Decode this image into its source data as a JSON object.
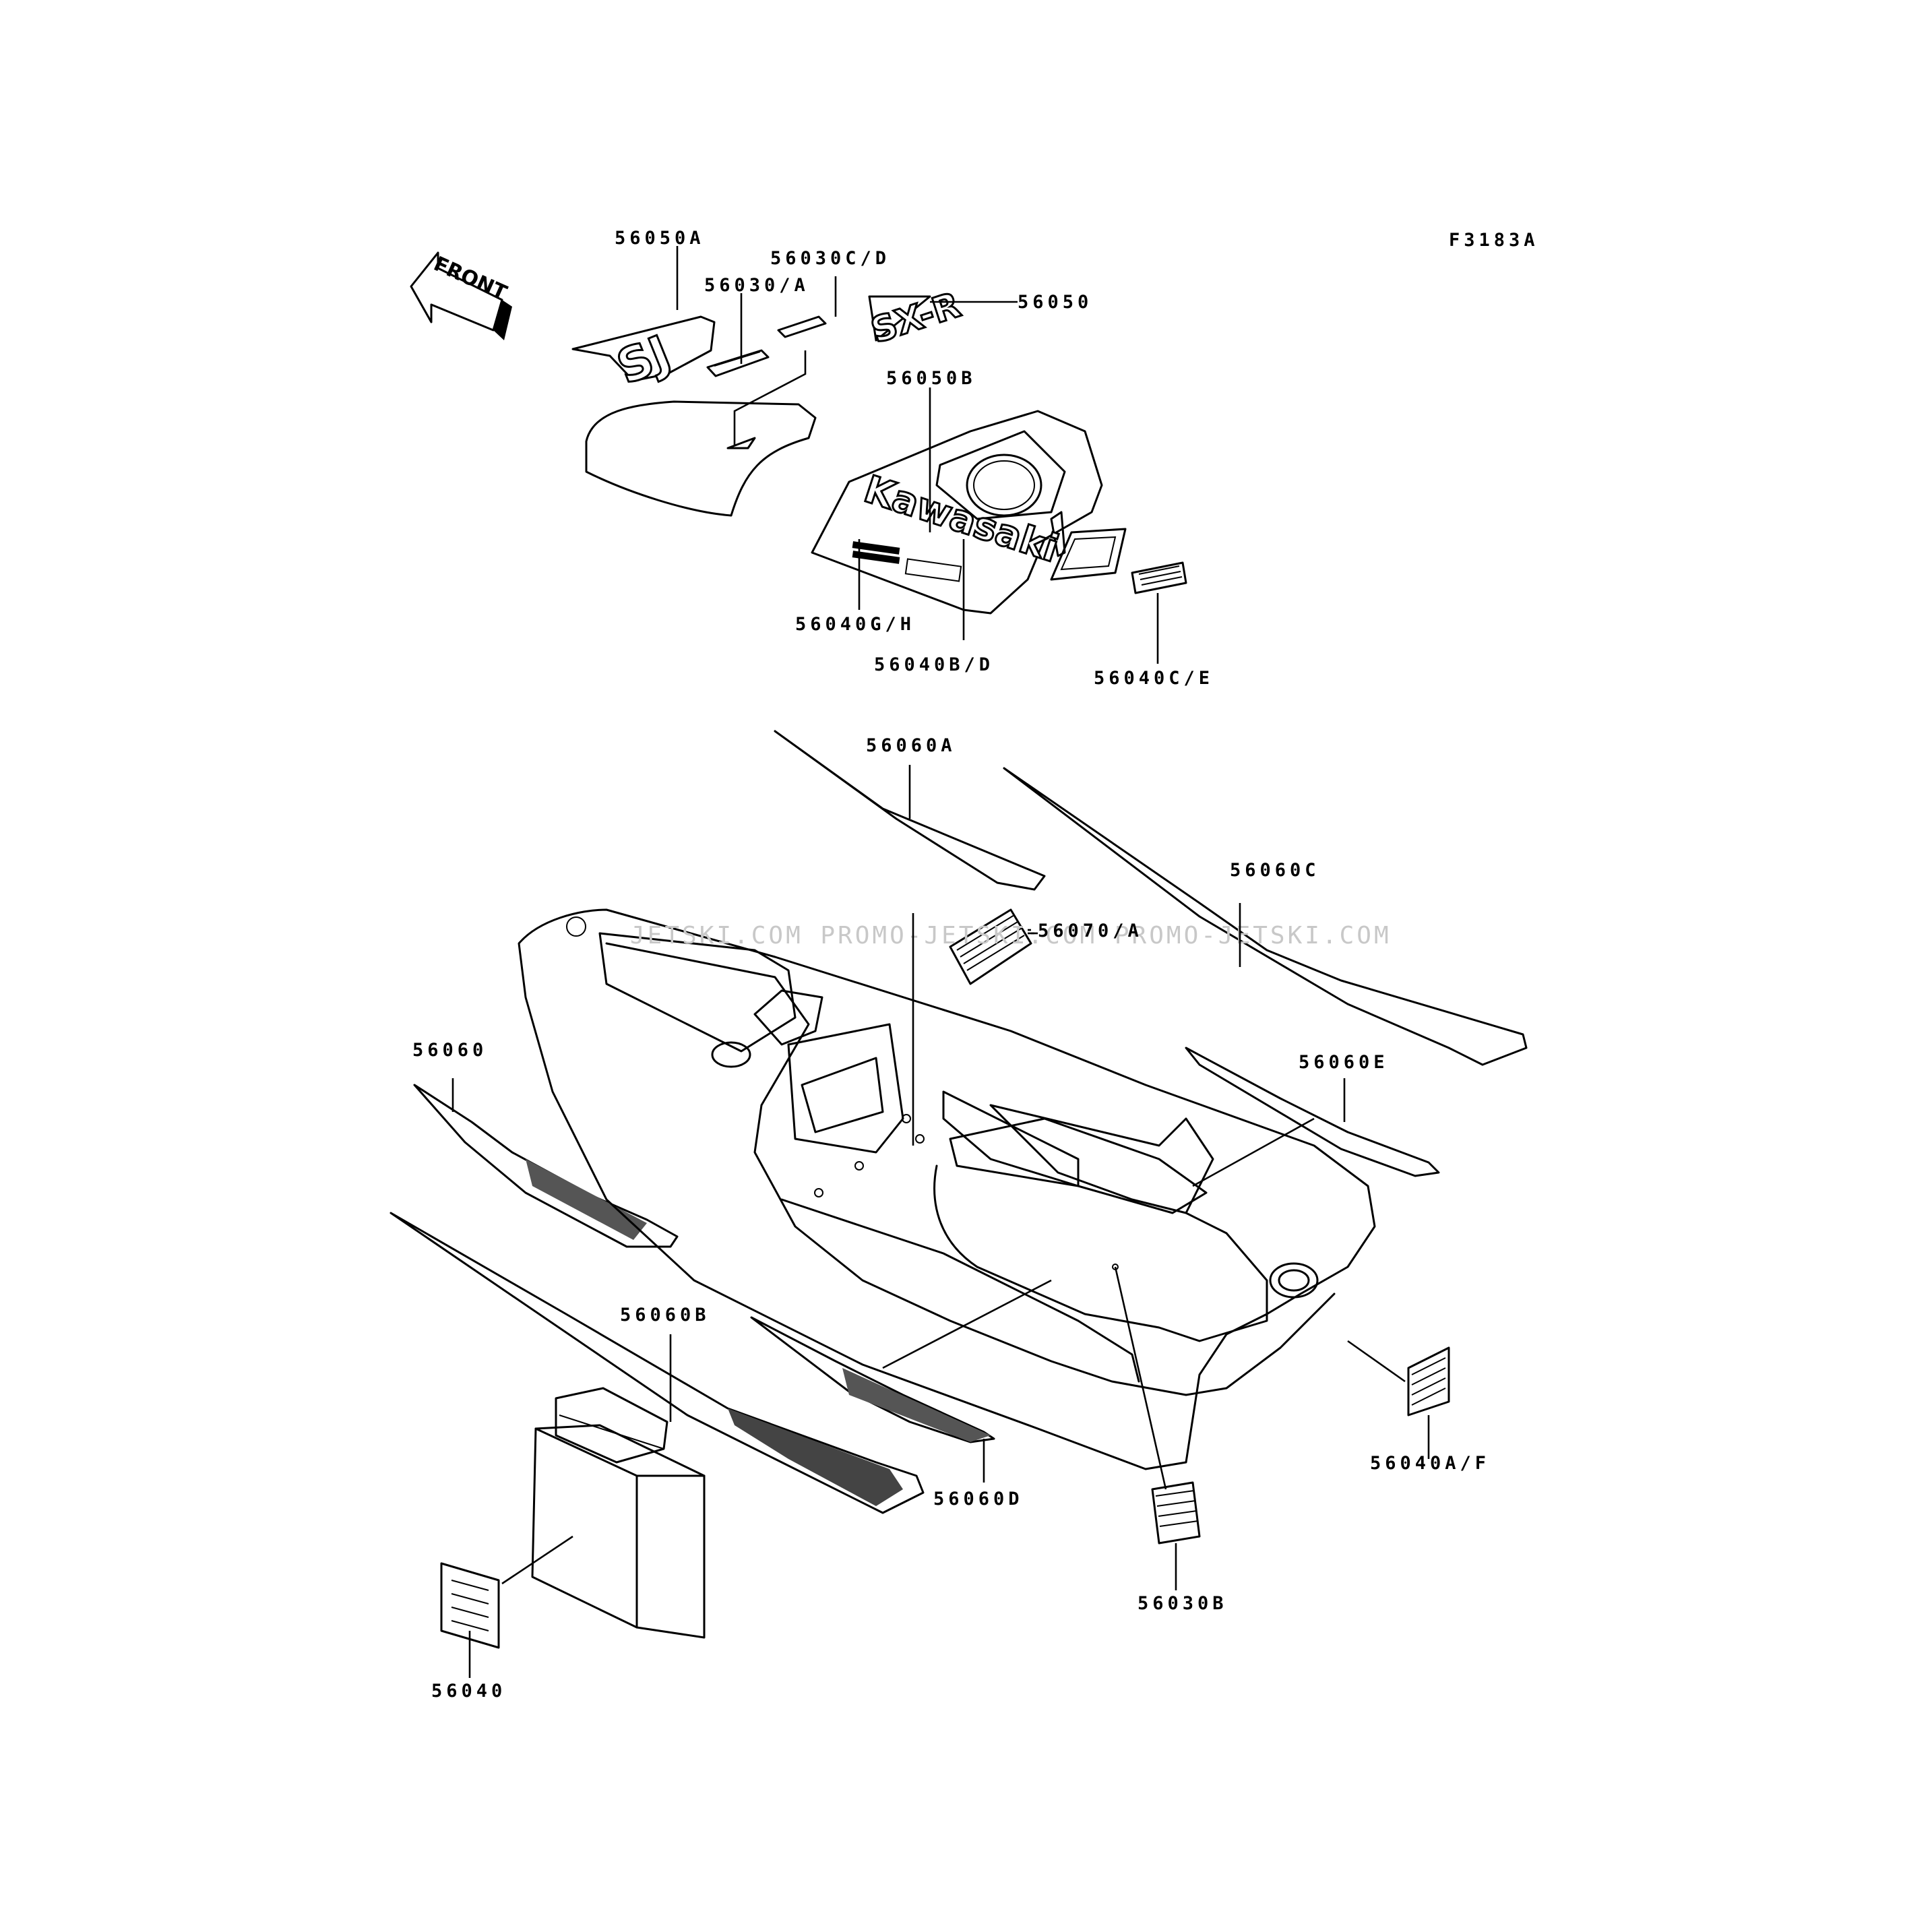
{
  "figure_code": "F3183A",
  "front_arrow": {
    "label": "FRONT"
  },
  "watermark": "JETSKI.COM PROMO-JETSKI.COM PROMO-JETSKI.COM",
  "logos": {
    "hood_brand": "Kawasaki",
    "seat_logo": "SJ",
    "model_logo": "SX-R"
  },
  "part_labels": [
    "56050A",
    "56030/A",
    "56030C/D",
    "56050",
    "56050B",
    "56040G/H",
    "56040B/D",
    "56040C/E",
    "56060A",
    "56060C",
    "56070/A",
    "56060",
    "56060E",
    "56060B",
    "56060D",
    "56040A/F",
    "56030B",
    "56040"
  ],
  "colors": {
    "ink": "#000000",
    "paper": "#ffffff",
    "watermark": "#c8c8c8"
  }
}
